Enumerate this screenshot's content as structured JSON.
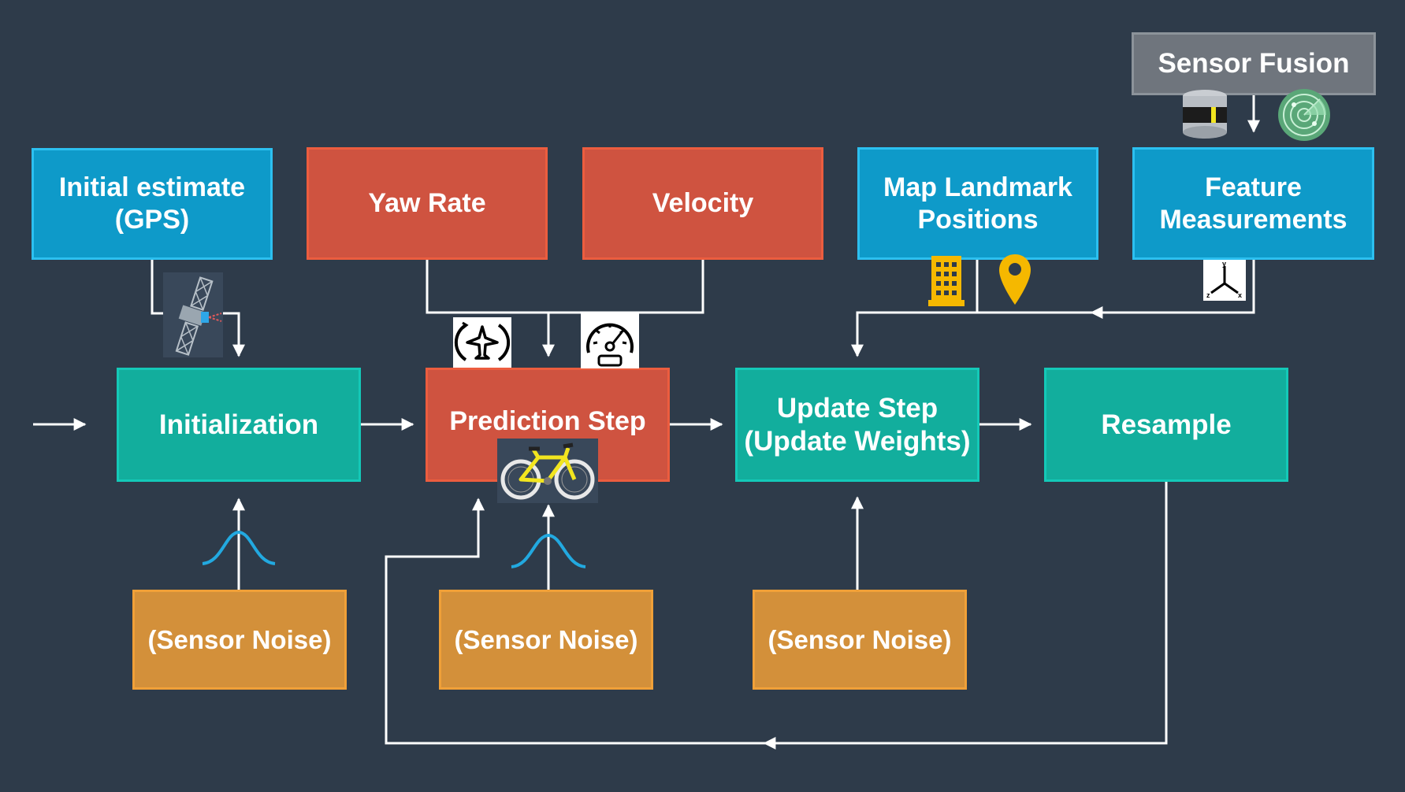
{
  "colors": {
    "background": "#2e3b4a",
    "input_box": "#0e9ac9",
    "motion_box": "#cf5340",
    "step_box": "#12ae9d",
    "noise_box": "#d3903a",
    "fusion_box": "#6f757d",
    "arrow": "#ffffff",
    "gaussian": "#22a9e0",
    "landmark_icon": "#f5b800"
  },
  "inputs": {
    "gps": "Initial estimate\n(GPS)",
    "yaw_rate": "Yaw Rate",
    "velocity": "Velocity",
    "map_landmarks": "Map Landmark\nPositions",
    "features": "Feature\nMeasurements",
    "sensor_fusion": "Sensor Fusion"
  },
  "steps": {
    "initialization": "Initialization",
    "prediction": "Prediction Step",
    "update": "Update Step\n(Update Weights)",
    "resample": "Resample"
  },
  "noise": {
    "init": "(Sensor Noise)",
    "prediction": "(Sensor Noise)",
    "update": "(Sensor Noise)"
  },
  "icons": [
    "satellite-icon",
    "yaw-rate-icon",
    "speedometer-icon",
    "bicycle-icon",
    "building-icon",
    "location-pin-icon",
    "xyz-axes-icon",
    "lidar-icon",
    "radar-icon",
    "gaussian-icon"
  ]
}
